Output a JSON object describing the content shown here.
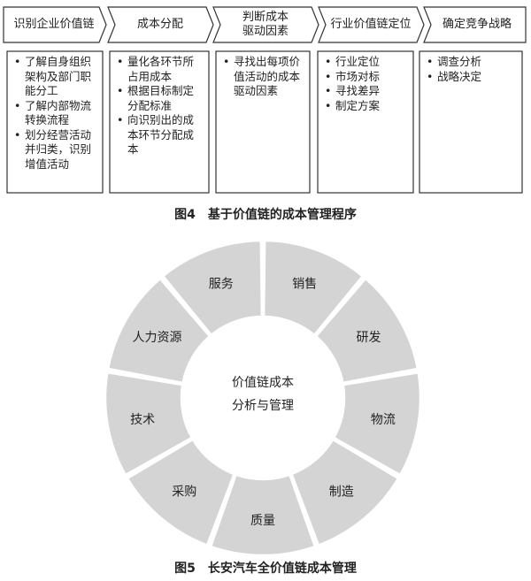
{
  "process_chart": {
    "steps": [
      {
        "title": "识别企业价值链",
        "items": [
          "了解自身组织架构及部门职能分工",
          "了解内部物流转换流程",
          "划分经营活动并归类，识别增值活动"
        ]
      },
      {
        "title": "成本分配",
        "items": [
          "量化各环节所占用成本",
          "根据目标制定分配标准",
          "向识别出的成本环节分配成本"
        ]
      },
      {
        "title": "判断成本\n驱动因素",
        "items": [
          "寻找出每项价值活动的成本驱动因素"
        ]
      },
      {
        "title": "行业价值链定位",
        "items": [
          "行业定位",
          "市场对标",
          "寻找差异",
          "制定方案"
        ]
      },
      {
        "title": "确定竞争战略",
        "items": [
          "调查分析",
          "战略决定"
        ]
      }
    ],
    "caption": "图4　基于价值链的成本管理程序"
  },
  "value_wheel": {
    "center_line1": "价值链成本",
    "center_line2": "分析与管理",
    "segments": [
      "销售",
      "研发",
      "物流",
      "制造",
      "质量",
      "采购",
      "技术",
      "人力资源",
      "服务"
    ],
    "segment_color": "#d4d4d4",
    "caption": "图5　长安汽车全价值链成本管理"
  }
}
